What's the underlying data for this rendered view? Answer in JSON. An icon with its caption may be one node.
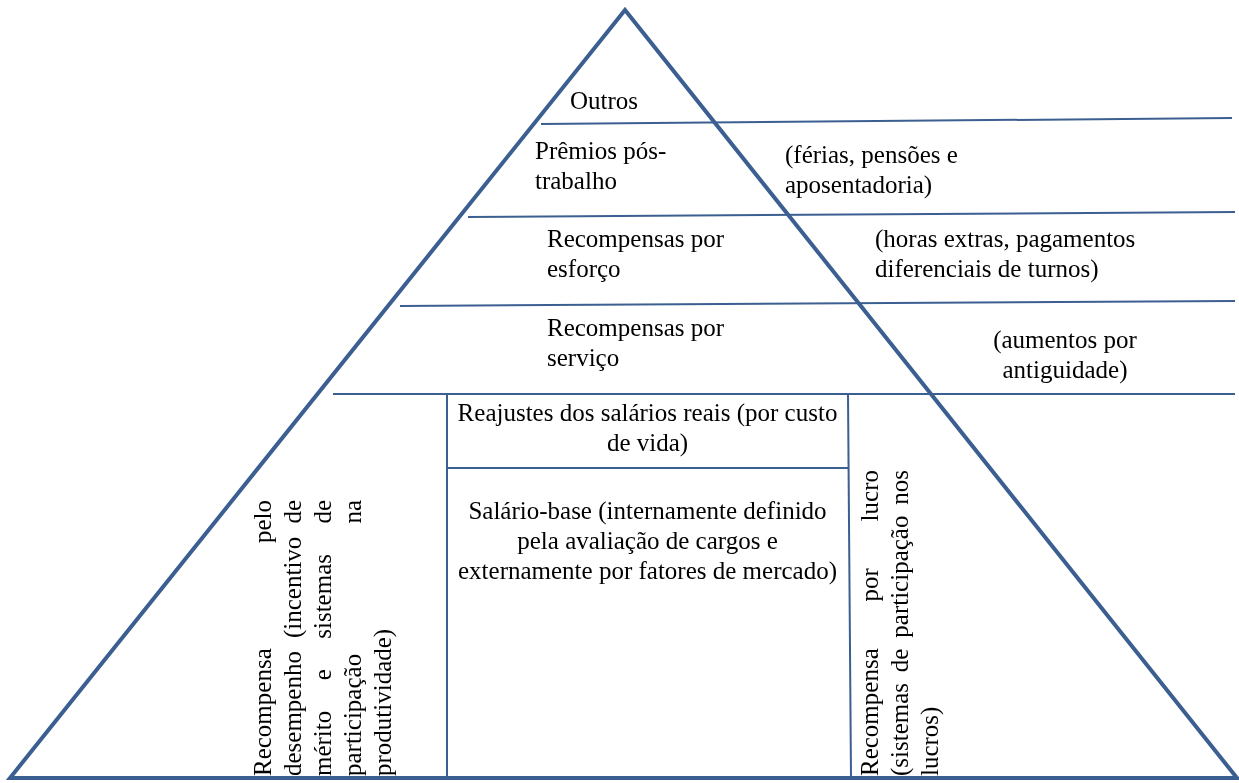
{
  "diagram": {
    "nodes": [
      {
        "text": [
          "Outros"
        ]
      },
      {
        "text": [
          "Prêmios pós-trabalho"
        ],
        "beside": [
          "(férias, pensões e aposentadoria)"
        ]
      },
      {
        "text": [
          "Recompensas por esforço"
        ],
        "beside": [
          "(horas extras, pagamentos diferenciais de turnos)"
        ]
      },
      {
        "text": [
          "Recompensas por serviço"
        ],
        "beside": [
          "(aumentos por antiguidade)"
        ]
      },
      {
        "text": [
          "Recompensa pelo desempenho (incentivo de mérito e sistemas de participação na produtividade)"
        ]
      },
      {
        "text": [
          "Reajustes dos salários reais (por custo de vida)"
        ]
      },
      {
        "text": [
          "Salário-base (internamente definido pela avaliação de cargos e externamente por fatores de mercado)"
        ]
      },
      {
        "text": [
          "Recompensa por lucro (sistemas de participação nos lucros)"
        ]
      }
    ]
  }
}
